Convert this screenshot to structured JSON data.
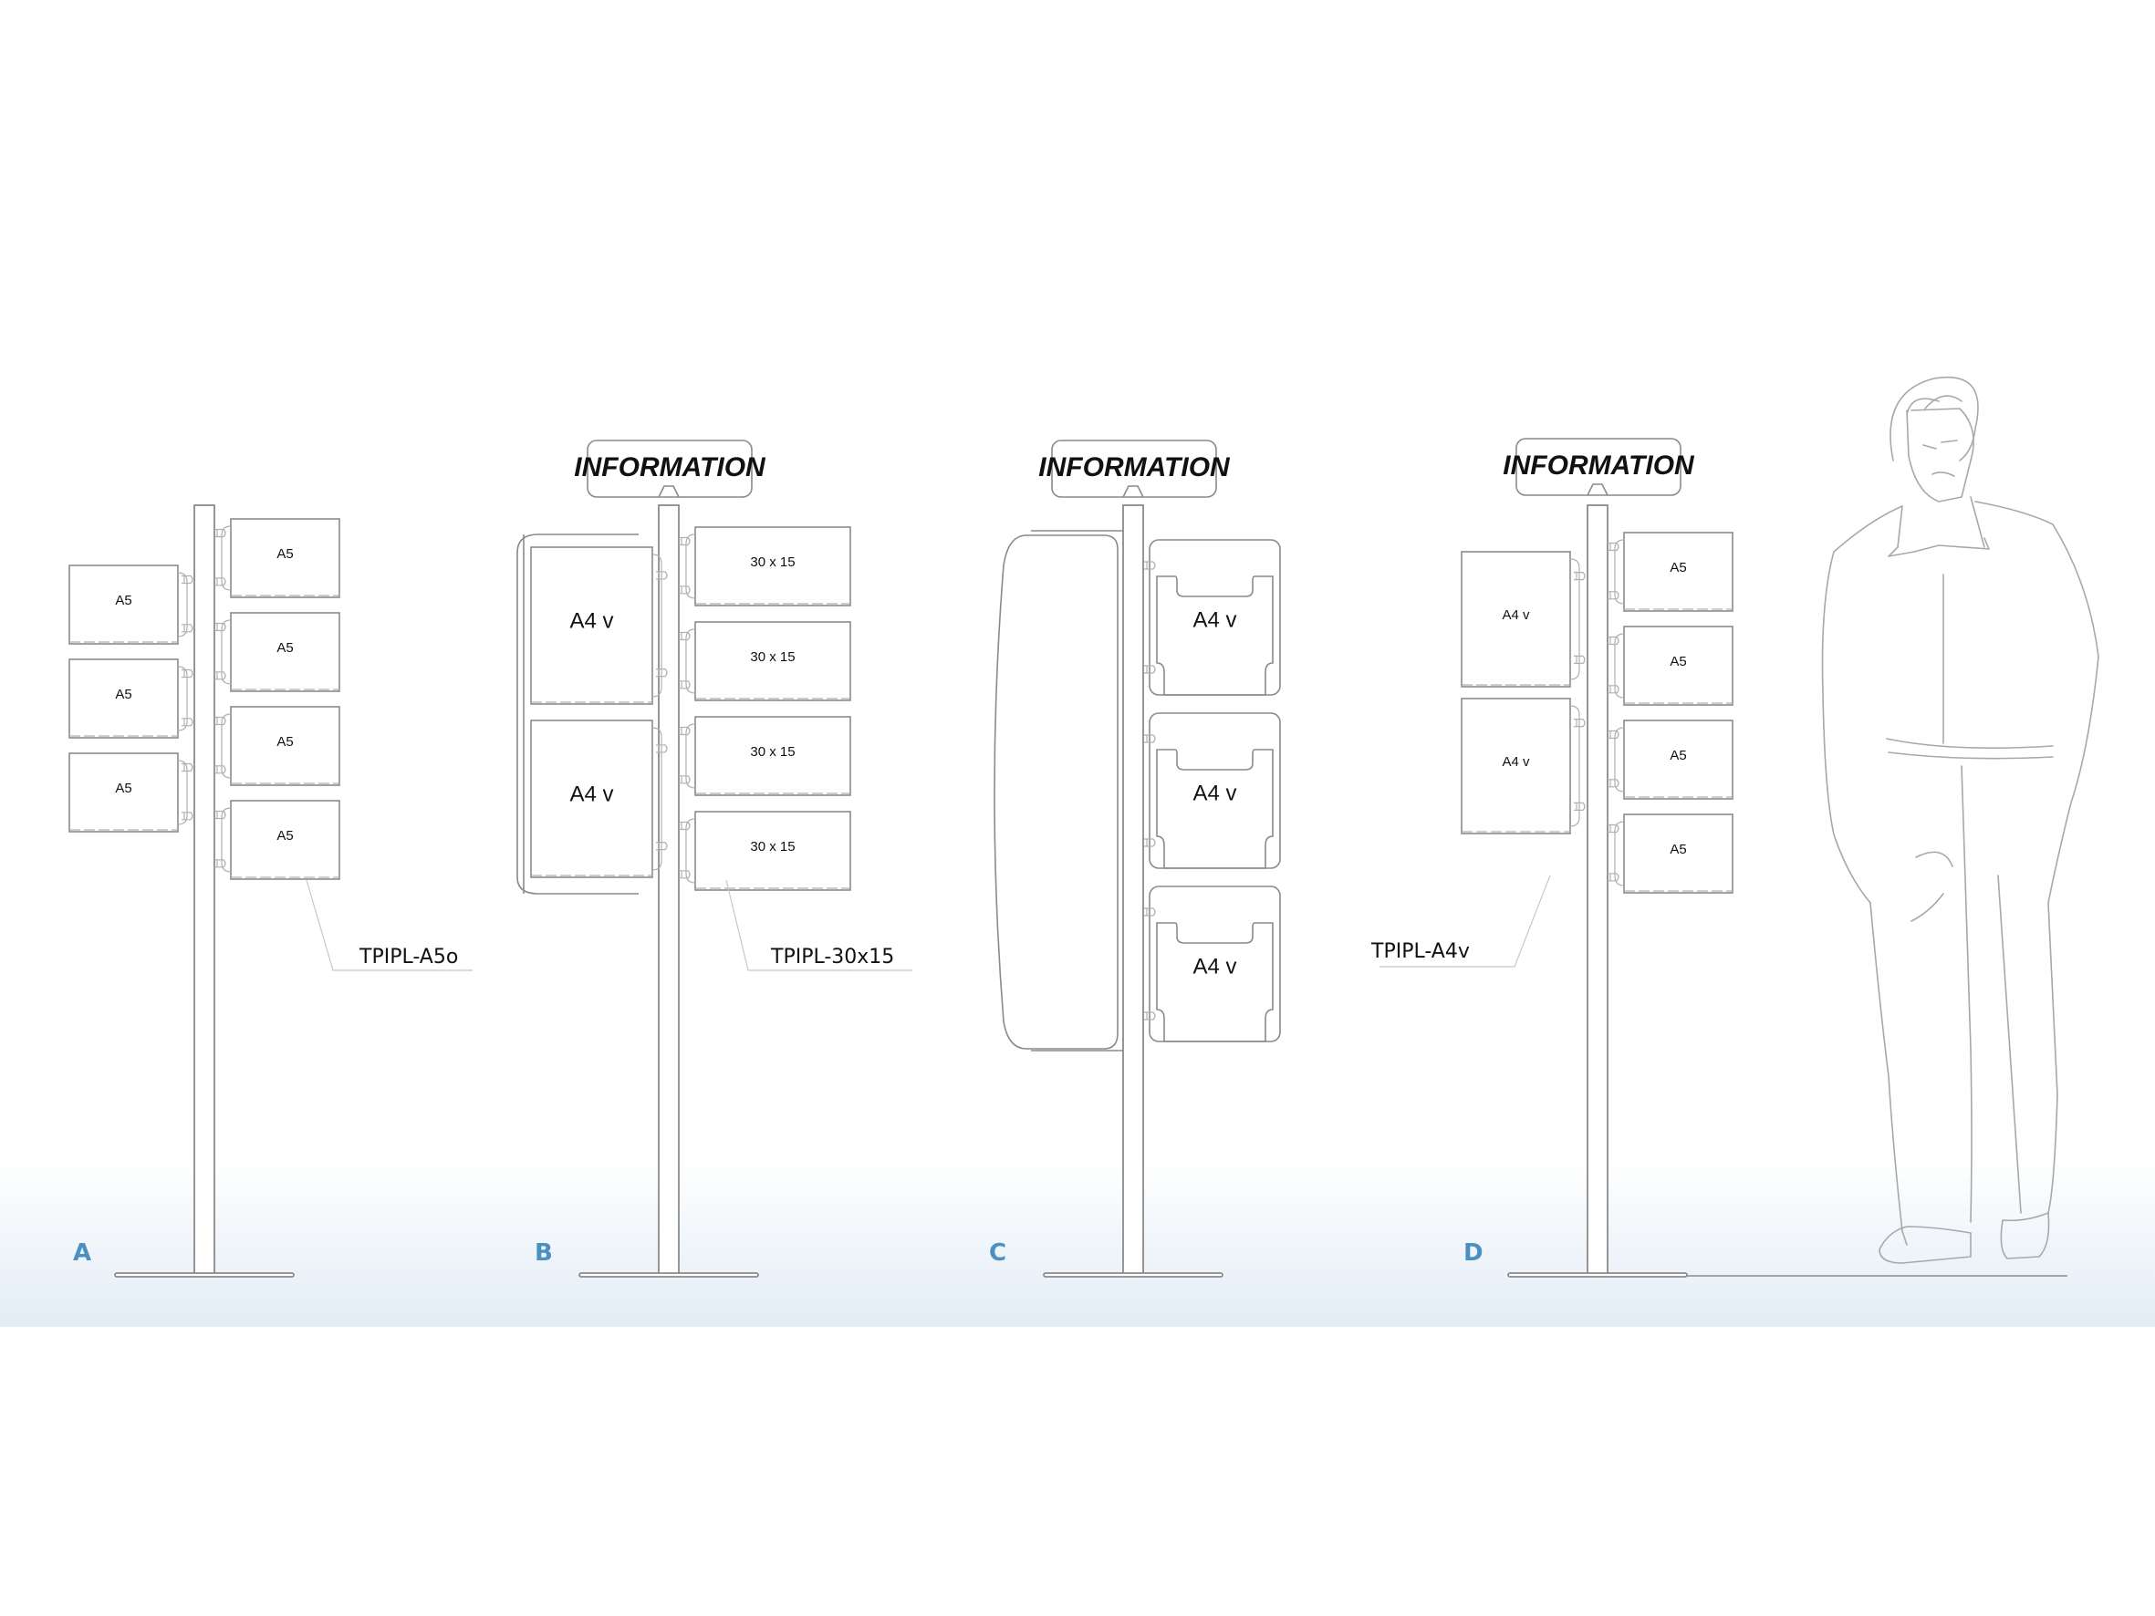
{
  "sign_text": "INFORMATION",
  "colors": {
    "letter": "#4a90c0",
    "line": "#8a8a8a",
    "gradient_top": "#ffffff",
    "gradient_bottom": "#e2ecf5"
  },
  "stands": [
    {
      "letter": "A",
      "code": "TPIPL-A5o",
      "has_sign": false,
      "left_panels": [
        "A5",
        "A5",
        "A5"
      ],
      "right_panels": [
        "A5",
        "A5",
        "A5",
        "A5"
      ]
    },
    {
      "letter": "B",
      "code": "TPIPL-30x15",
      "has_sign": true,
      "left_panels": [
        "A4 v",
        "A4 v"
      ],
      "right_panels": [
        "30 x 15",
        "30 x 15",
        "30 x 15",
        "30 x 15"
      ]
    },
    {
      "letter": "C",
      "code": "",
      "has_sign": true,
      "left_panels": [],
      "right_panels": [
        "A4 v",
        "A4 v",
        "A4 v"
      ]
    },
    {
      "letter": "D",
      "code": "TPIPL-A4v",
      "has_sign": true,
      "left_panels": [
        "A4 v",
        "A4 v"
      ],
      "right_panels": [
        "A5",
        "A5",
        "A5",
        "A5"
      ]
    }
  ],
  "scale_figure": "standing-man"
}
